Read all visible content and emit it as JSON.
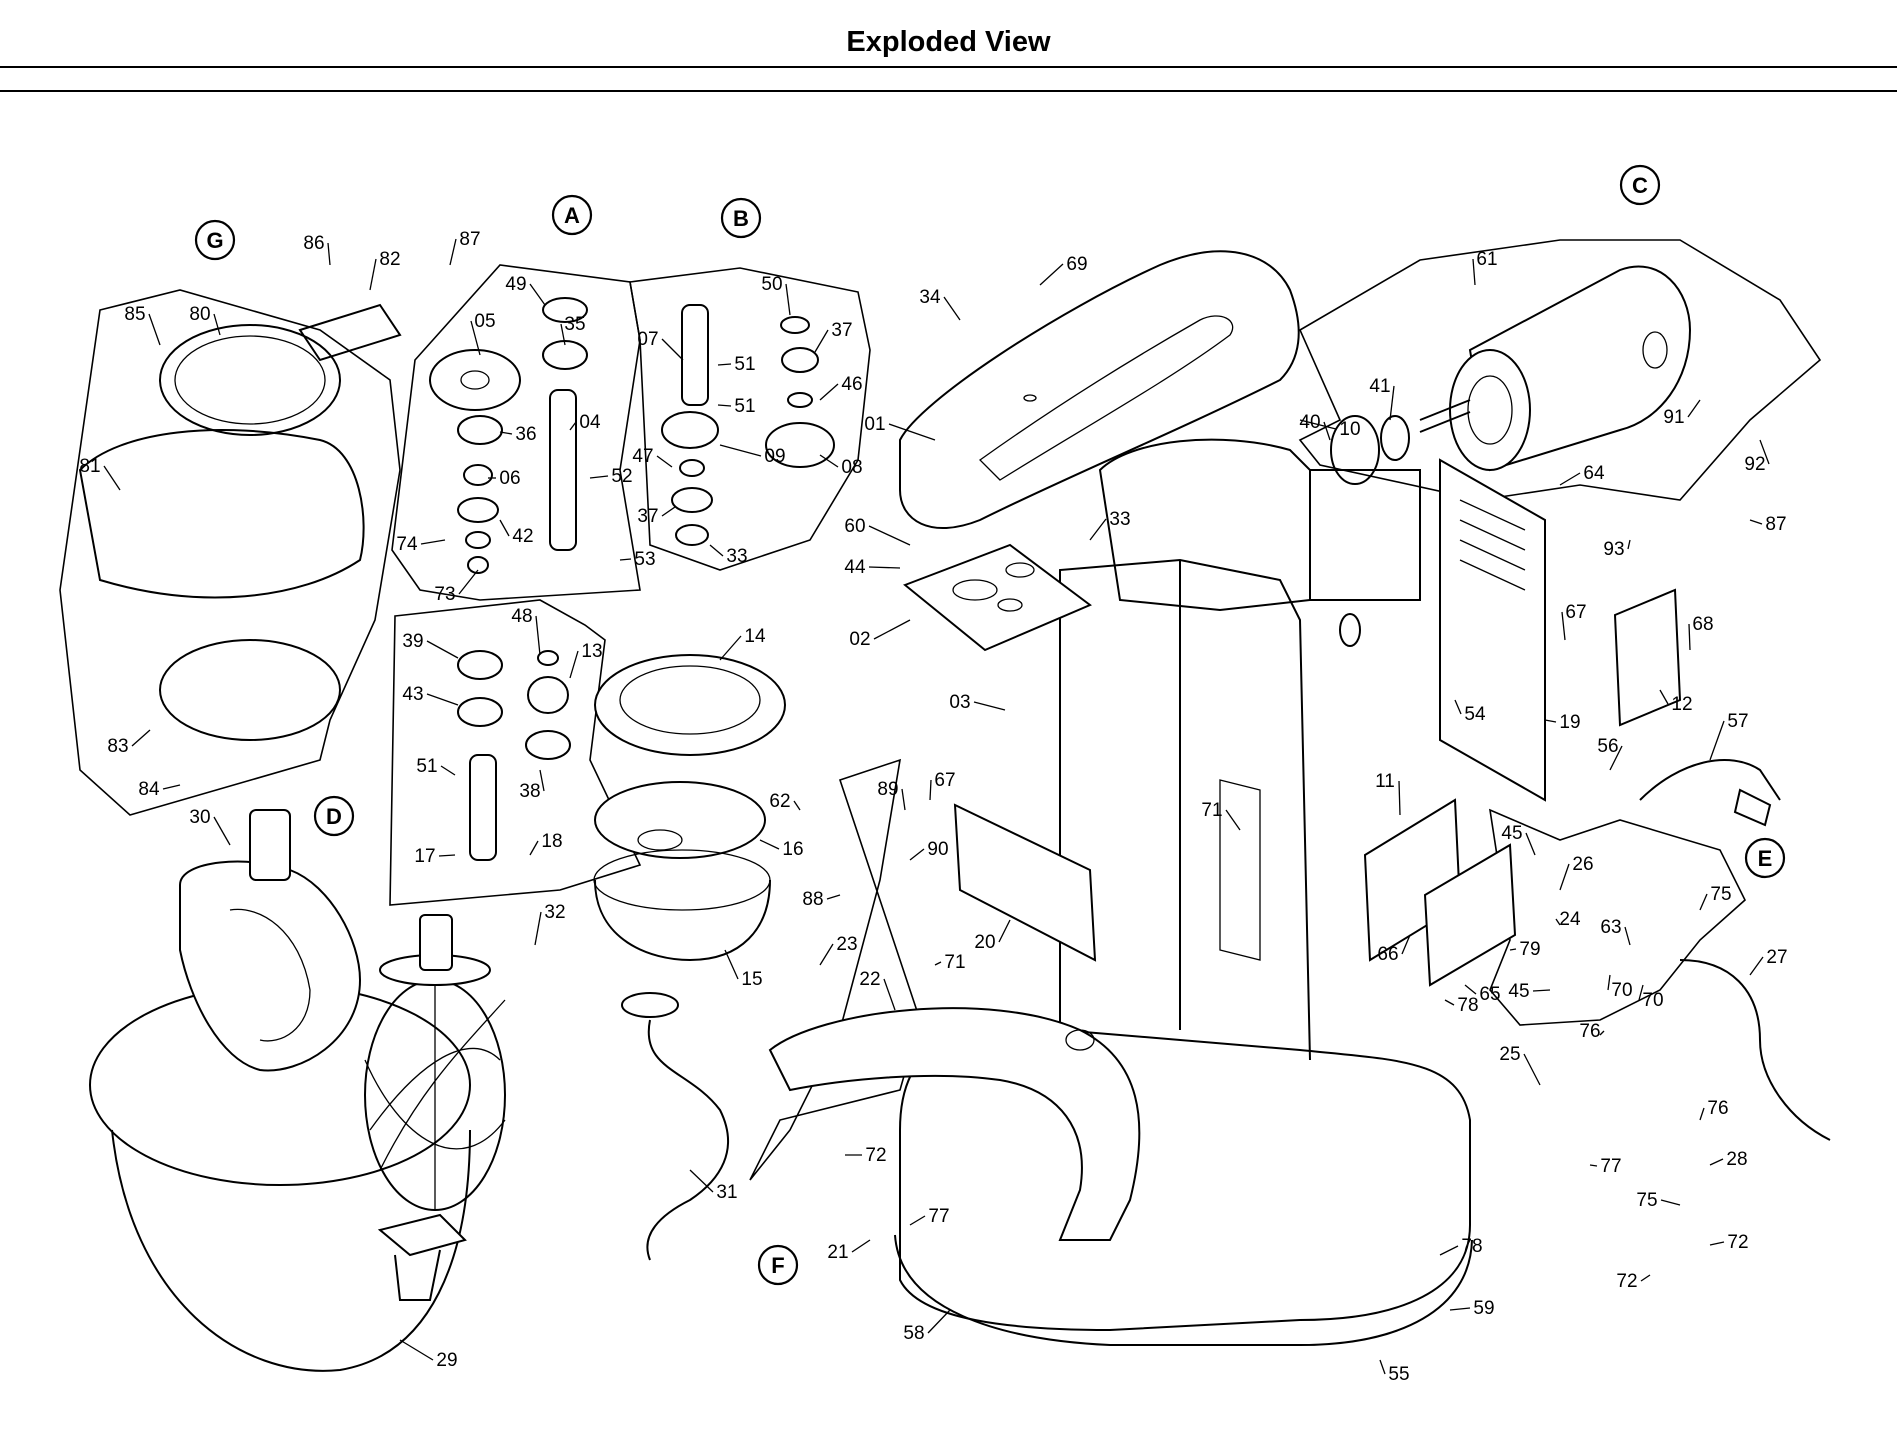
{
  "header": {
    "title": "Exploded View"
  },
  "groups": [
    "A",
    "B",
    "C",
    "D",
    "E",
    "F",
    "G"
  ],
  "parts": [
    "01",
    "02",
    "03",
    "04",
    "05",
    "06",
    "07",
    "08",
    "09",
    "10",
    "11",
    "12",
    "13",
    "14",
    "15",
    "16",
    "17",
    "18",
    "19",
    "20",
    "21",
    "22",
    "23",
    "24",
    "25",
    "26",
    "27",
    "28",
    "29",
    "30",
    "31",
    "32",
    "33",
    "33",
    "34",
    "35",
    "36",
    "37",
    "37",
    "38",
    "39",
    "40",
    "41",
    "42",
    "43",
    "44",
    "45",
    "45",
    "46",
    "47",
    "48",
    "49",
    "50",
    "51",
    "51",
    "51",
    "52",
    "53",
    "54",
    "55",
    "56",
    "57",
    "58",
    "59",
    "60",
    "61",
    "62",
    "63",
    "64",
    "65",
    "66",
    "67",
    "67",
    "68",
    "69",
    "70",
    "70",
    "71",
    "71",
    "72",
    "72",
    "72",
    "73",
    "74",
    "75",
    "75",
    "76",
    "76",
    "77",
    "77",
    "78",
    "78",
    "79",
    "80",
    "81",
    "82",
    "83",
    "84",
    "85",
    "86",
    "87",
    "87",
    "88",
    "89",
    "90",
    "91",
    "92",
    "93"
  ]
}
